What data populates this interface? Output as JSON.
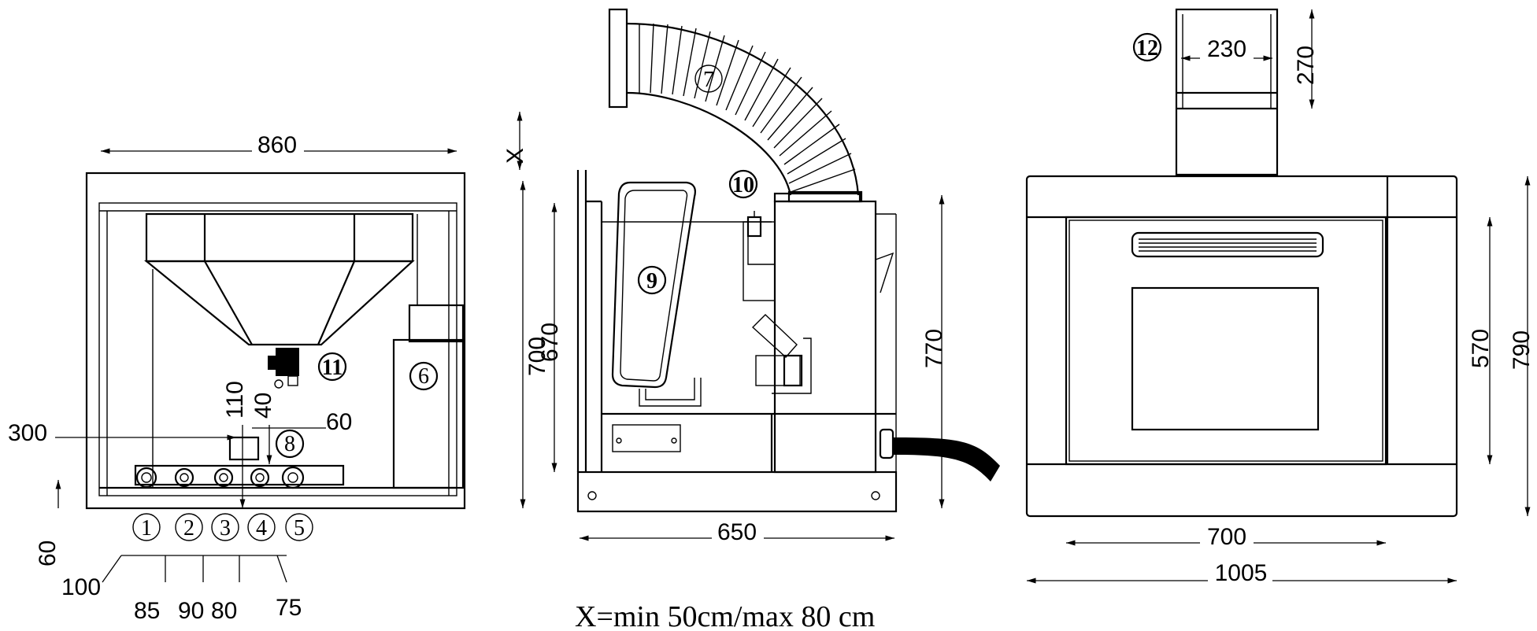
{
  "front_view": {
    "width_label": "860",
    "height_label": "300",
    "dim_110": "110",
    "dim_40": "40",
    "dim_60_right": "60",
    "dim_60_left": "60",
    "dim_100": "100",
    "dim_85": "85",
    "dim_90": "90",
    "dim_80": "80",
    "dim_75": "75",
    "callouts": [
      "1",
      "2",
      "3",
      "4",
      "5"
    ],
    "callout_6": "6",
    "callout_8": "8",
    "callout_11": "11"
  },
  "side_view": {
    "dim_x": "X",
    "dim_700": "700",
    "dim_670": "670",
    "dim_770": "770",
    "dim_650": "650",
    "callout_7": "7",
    "callout_9": "9",
    "callout_10": "10"
  },
  "rear_view": {
    "dim_230": "230",
    "dim_270": "270",
    "dim_570": "570",
    "dim_790": "790",
    "dim_700": "700",
    "dim_1005": "1005",
    "callout_12": "12"
  },
  "note": "X=min 50cm/max 80 cm"
}
